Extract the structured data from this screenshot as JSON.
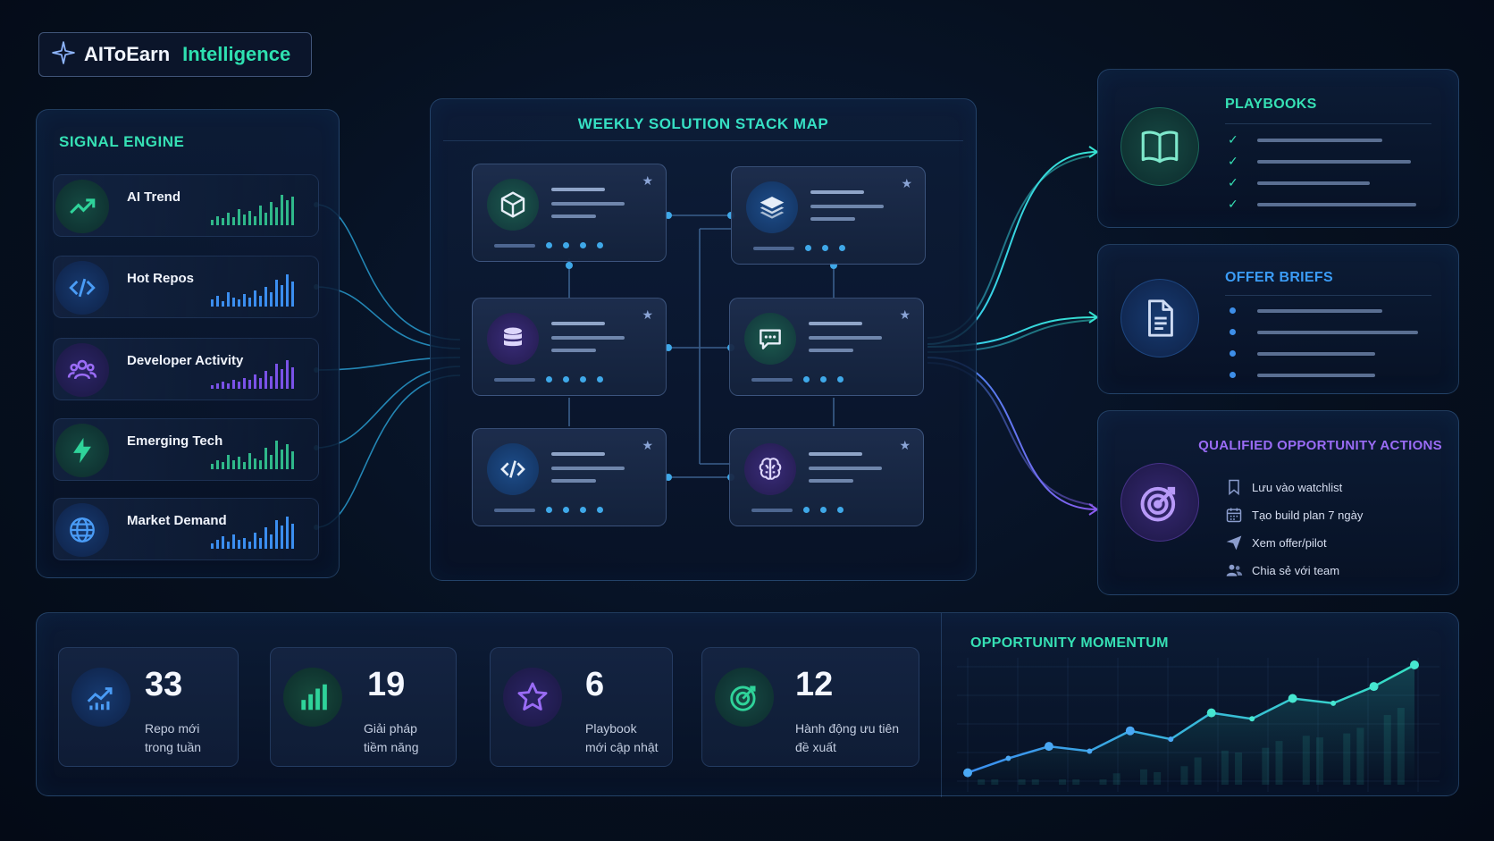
{
  "logo": {
    "brand": "AIToEarn",
    "accent": "Intelligence"
  },
  "signal_engine": {
    "title": "SIGNAL ENGINE",
    "items": [
      {
        "label": "AI Trend",
        "icon": "trend-up-icon",
        "color": "#2fd39a"
      },
      {
        "label": "Hot Repos",
        "icon": "code-icon",
        "color": "#3b8ef0"
      },
      {
        "label": "Developer Activity",
        "icon": "users-icon",
        "color": "#8a5cf0"
      },
      {
        "label": "Emerging Tech",
        "icon": "bolt-icon",
        "color": "#2fd39a"
      },
      {
        "label": "Market Demand",
        "icon": "globe-icon",
        "color": "#3b8ef0"
      }
    ]
  },
  "stack_map": {
    "title": "WEEKLY SOLUTION STACK MAP",
    "nodes": [
      {
        "icon": "cube-icon"
      },
      {
        "icon": "layers-icon"
      },
      {
        "icon": "database-icon"
      },
      {
        "icon": "chat-icon"
      },
      {
        "icon": "code-icon"
      },
      {
        "icon": "brain-icon"
      }
    ]
  },
  "playbooks": {
    "title": "PLAYBOOKS",
    "icon": "book-icon"
  },
  "offer_briefs": {
    "title": "OFFER BRIEFS",
    "icon": "document-icon"
  },
  "actions": {
    "title": "QUALIFIED OPPORTUNITY ACTIONS",
    "icon": "target-icon",
    "items": [
      {
        "label": "Lưu vào watchlist",
        "icon": "bookmark-icon"
      },
      {
        "label": "Tạo build plan 7 ngày",
        "icon": "calendar-icon"
      },
      {
        "label": "Xem offer/pilot",
        "icon": "send-icon"
      },
      {
        "label": "Chia sẻ với team",
        "icon": "team-icon"
      }
    ]
  },
  "kpis": [
    {
      "value": "33",
      "label": "Repo mới\ntrong tuần",
      "icon": "trend-chart-icon"
    },
    {
      "value": "19",
      "label": "Giải pháp\ntiềm năng",
      "icon": "bar-chart-icon"
    },
    {
      "value": "6",
      "label": "Playbook\nmới cập nhật",
      "icon": "star-icon"
    },
    {
      "value": "12",
      "label": "Hành động ưu tiên\nđề xuất",
      "icon": "target-icon"
    }
  ],
  "momentum": {
    "title": "OPPORTUNITY MOMENTUM",
    "chart_data": {
      "type": "line",
      "values": [
        10,
        22,
        32,
        28,
        45,
        38,
        60,
        55,
        72,
        68,
        82,
        100
      ]
    }
  },
  "colors": {
    "accent_teal": "#36e0b4",
    "accent_blue": "#3b8ef0",
    "accent_purple": "#8a5cf0"
  }
}
